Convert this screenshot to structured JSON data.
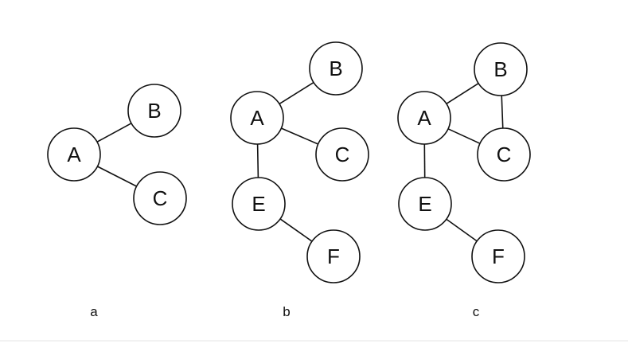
{
  "colors": {
    "background": "#ffffff",
    "stroke": "#111111",
    "text": "#111111"
  },
  "panels": [
    {
      "caption": "a",
      "nodes": [
        "A",
        "B",
        "C"
      ],
      "edges": [
        [
          "A",
          "B"
        ],
        [
          "A",
          "C"
        ]
      ]
    },
    {
      "caption": "b",
      "nodes": [
        "A",
        "B",
        "C",
        "E",
        "F"
      ],
      "edges": [
        [
          "A",
          "B"
        ],
        [
          "A",
          "C"
        ],
        [
          "A",
          "E"
        ],
        [
          "E",
          "F"
        ]
      ]
    },
    {
      "caption": "c",
      "nodes": [
        "A",
        "B",
        "C",
        "E",
        "F"
      ],
      "edges": [
        [
          "A",
          "B"
        ],
        [
          "A",
          "C"
        ],
        [
          "B",
          "C"
        ],
        [
          "A",
          "E"
        ],
        [
          "E",
          "F"
        ]
      ]
    }
  ]
}
